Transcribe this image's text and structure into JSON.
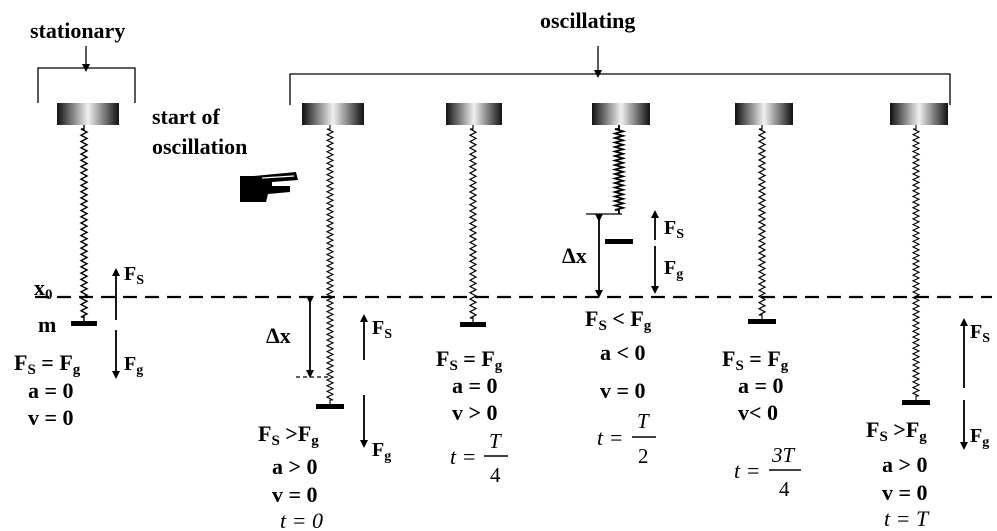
{
  "labels": {
    "stationary": "stationary",
    "oscillating": "oscillating",
    "start_line1": "start of",
    "start_line2": "oscillation",
    "x0": "x",
    "x0_sub": "0",
    "mass": "m",
    "dx": "Δx"
  },
  "force": {
    "F": "F",
    "s_sub": "S",
    "g_sub": "g"
  },
  "equations": {
    "eq_fs_fg": "F",
    "eq_s": "S",
    "eq_g": "g",
    "stationary": {
      "rel": " = F",
      "a": "a = 0",
      "v": "v = 0"
    },
    "start": {
      "rel": " >F",
      "a": "a > 0",
      "v": "v = 0",
      "t": "t = 0"
    },
    "quarter": {
      "rel": " = F",
      "a": "a = 0",
      "v": "v > 0",
      "t_lhs": "t =",
      "t_num": "T",
      "t_den": "4"
    },
    "half": {
      "rel": " < F",
      "a": "a < 0",
      "v": "v = 0",
      "t_lhs": "t =",
      "t_num": "T",
      "t_den": "2"
    },
    "three_quarter": {
      "rel": " = F",
      "a": "a = 0",
      "v": "v< 0",
      "t_lhs": "t =",
      "t_num": "3T",
      "t_den": "4"
    },
    "full": {
      "rel": " >F",
      "a": "a > 0",
      "v": "v = 0",
      "t": "t = T"
    }
  },
  "icons": {
    "pointing_hand": "pointing-hand-icon"
  }
}
